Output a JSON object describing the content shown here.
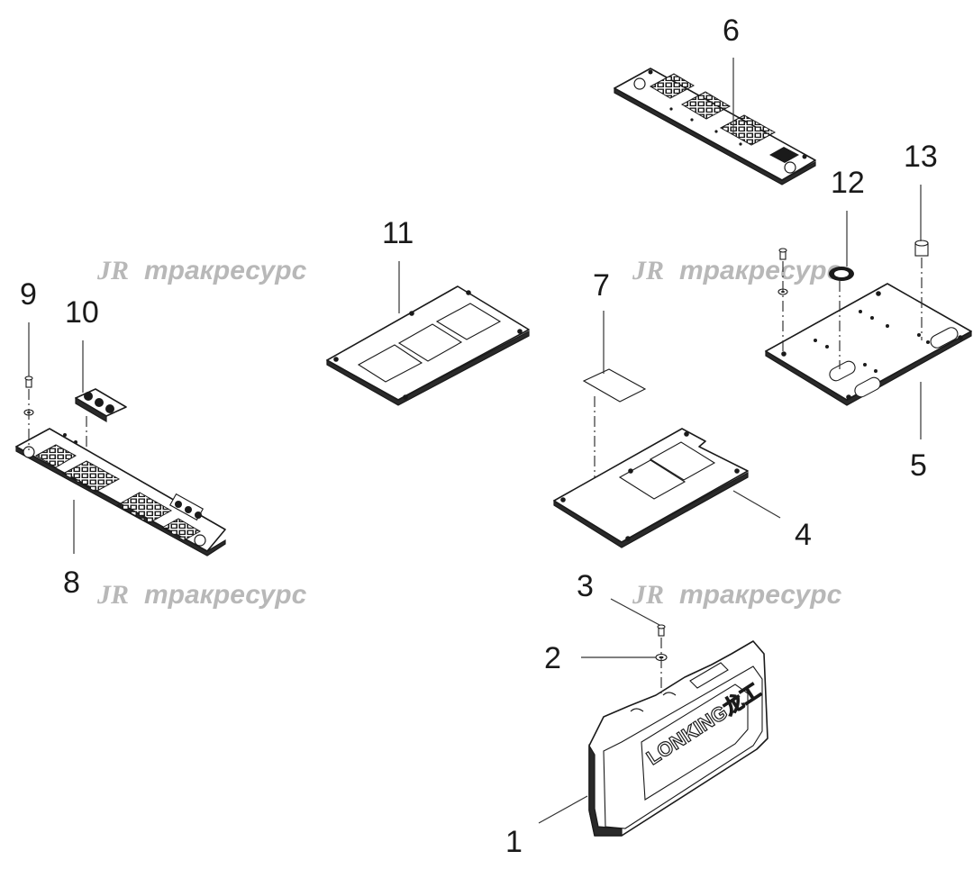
{
  "watermark": {
    "logo": "JR",
    "text": "тракресурс"
  },
  "brand_on_part": "LONKING龙工",
  "callouts": [
    {
      "id": "1",
      "label": "1"
    },
    {
      "id": "2",
      "label": "2"
    },
    {
      "id": "3",
      "label": "3"
    },
    {
      "id": "4",
      "label": "4"
    },
    {
      "id": "5",
      "label": "5"
    },
    {
      "id": "6",
      "label": "6"
    },
    {
      "id": "7",
      "label": "7"
    },
    {
      "id": "8",
      "label": "8"
    },
    {
      "id": "9",
      "label": "9"
    },
    {
      "id": "10",
      "label": "10"
    },
    {
      "id": "11",
      "label": "11"
    },
    {
      "id": "12",
      "label": "12"
    },
    {
      "id": "13",
      "label": "13"
    }
  ]
}
